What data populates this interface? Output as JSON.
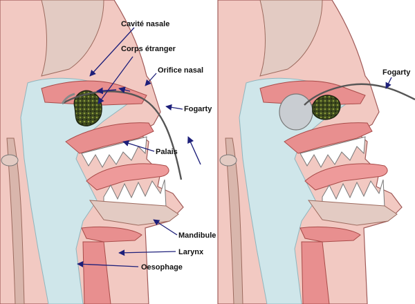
{
  "left_panel": {
    "labels": {
      "nasal_cavity": "Cavité nasale",
      "foreign_body": "Corps étranger",
      "nasal_orifice": "Orifice nasal",
      "fogarty": "Fogarty",
      "palate": "Palais",
      "mandible": "Mandibule",
      "larynx": "Larynx",
      "esophagus": "Oesophage"
    }
  },
  "right_panel": {
    "labels": {
      "fogarty": "Fogarty"
    }
  },
  "colors": {
    "skin": "#f2c9c2",
    "tissue": "#e88f8f",
    "bone": "#e3cbc3",
    "airway": "#cfe6ea",
    "foreign_body": "#3e4a1e",
    "balloon": "#c9cdd2",
    "arrow": "#1d1f7a",
    "catheter": "#555555"
  }
}
